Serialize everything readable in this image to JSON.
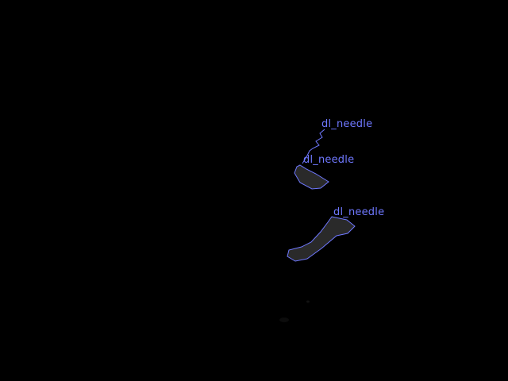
{
  "image": {
    "background_color": "#000000",
    "annotation_color": "#6f78ff",
    "region_fill_color": "#2a2a2a"
  },
  "annotations": [
    {
      "label": "dl_needle"
    },
    {
      "label": "dl_needle"
    },
    {
      "label": "dl_needle"
    }
  ]
}
